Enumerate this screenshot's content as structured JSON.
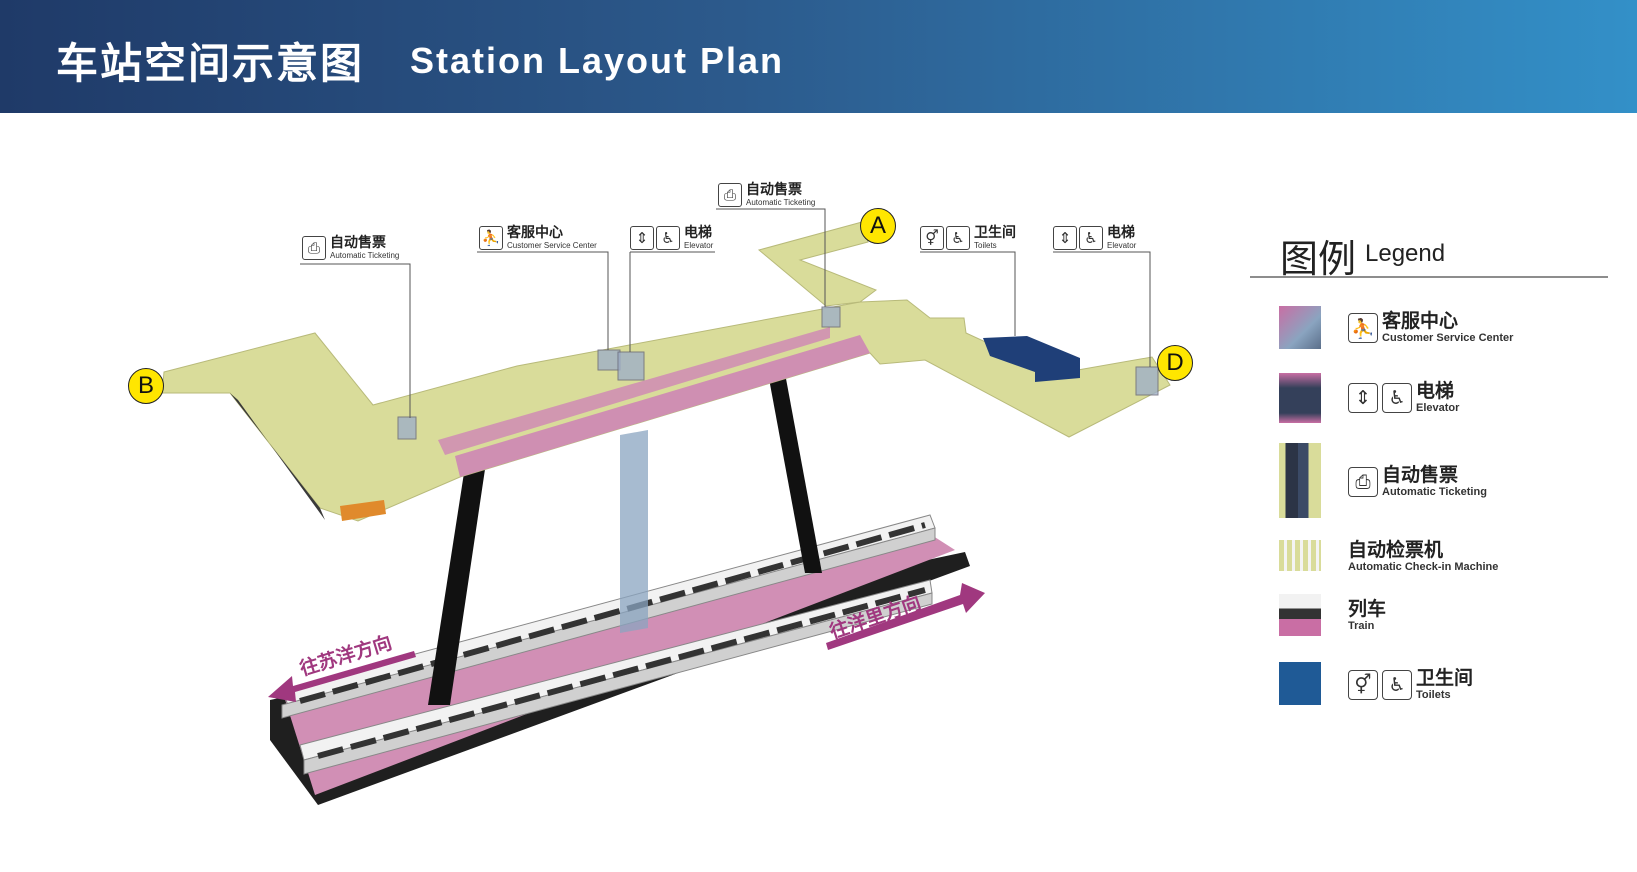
{
  "header": {
    "title_cn": "车站空间示意图",
    "title_en": "Station Layout Plan",
    "colors": {
      "start": "#1f3a68",
      "end": "#3390c8"
    }
  },
  "entrances": [
    "A",
    "B",
    "D"
  ],
  "callouts": {
    "ticketing_left": {
      "cn": "自动售票",
      "en": "Automatic Ticketing",
      "icon": "ticket-machine-icon"
    },
    "customer_service": {
      "cn": "客服中心",
      "en": "Customer Service Center",
      "icon": "service-desk-icon"
    },
    "elevator_mid": {
      "cn": "电梯",
      "en": "Elevator",
      "icons": [
        "elevator-icon",
        "wheelchair-icon"
      ]
    },
    "ticketing_top": {
      "cn": "自动售票",
      "en": "Automatic Ticketing",
      "icon": "ticket-machine-icon"
    },
    "toilets": {
      "cn": "卫生间",
      "en": "Toilets",
      "icons": [
        "toilet-icon",
        "wheelchair-icon"
      ]
    },
    "elevator_right": {
      "cn": "电梯",
      "en": "Elevator",
      "icons": [
        "elevator-icon",
        "wheelchair-icon"
      ]
    }
  },
  "directions": {
    "left": "往苏洋方向",
    "right": "往洋里方向"
  },
  "legend": {
    "title_cn": "图例",
    "title_en": "Legend",
    "items": [
      {
        "cn": "客服中心",
        "en": "Customer Service Center",
        "icon": "service-desk-icon"
      },
      {
        "cn": "电梯",
        "en": "Elevator",
        "icon": "elevator-icon"
      },
      {
        "cn": "自动售票",
        "en": "Automatic Ticketing",
        "icon": "ticket-machine-icon"
      },
      {
        "cn": "自动检票机",
        "en": "Automatic Check-in Machine",
        "icon": ""
      },
      {
        "cn": "列车",
        "en": "Train",
        "icon": ""
      },
      {
        "cn": "卫生间",
        "en": "Toilets",
        "icon": "toilet-icon"
      }
    ]
  },
  "colors": {
    "concourse": "#d9dc9a",
    "platform": "#cf8fb2",
    "toilet_block": "#1f3f78",
    "entrance": "#ffe600",
    "arrow": "#a0387f"
  }
}
